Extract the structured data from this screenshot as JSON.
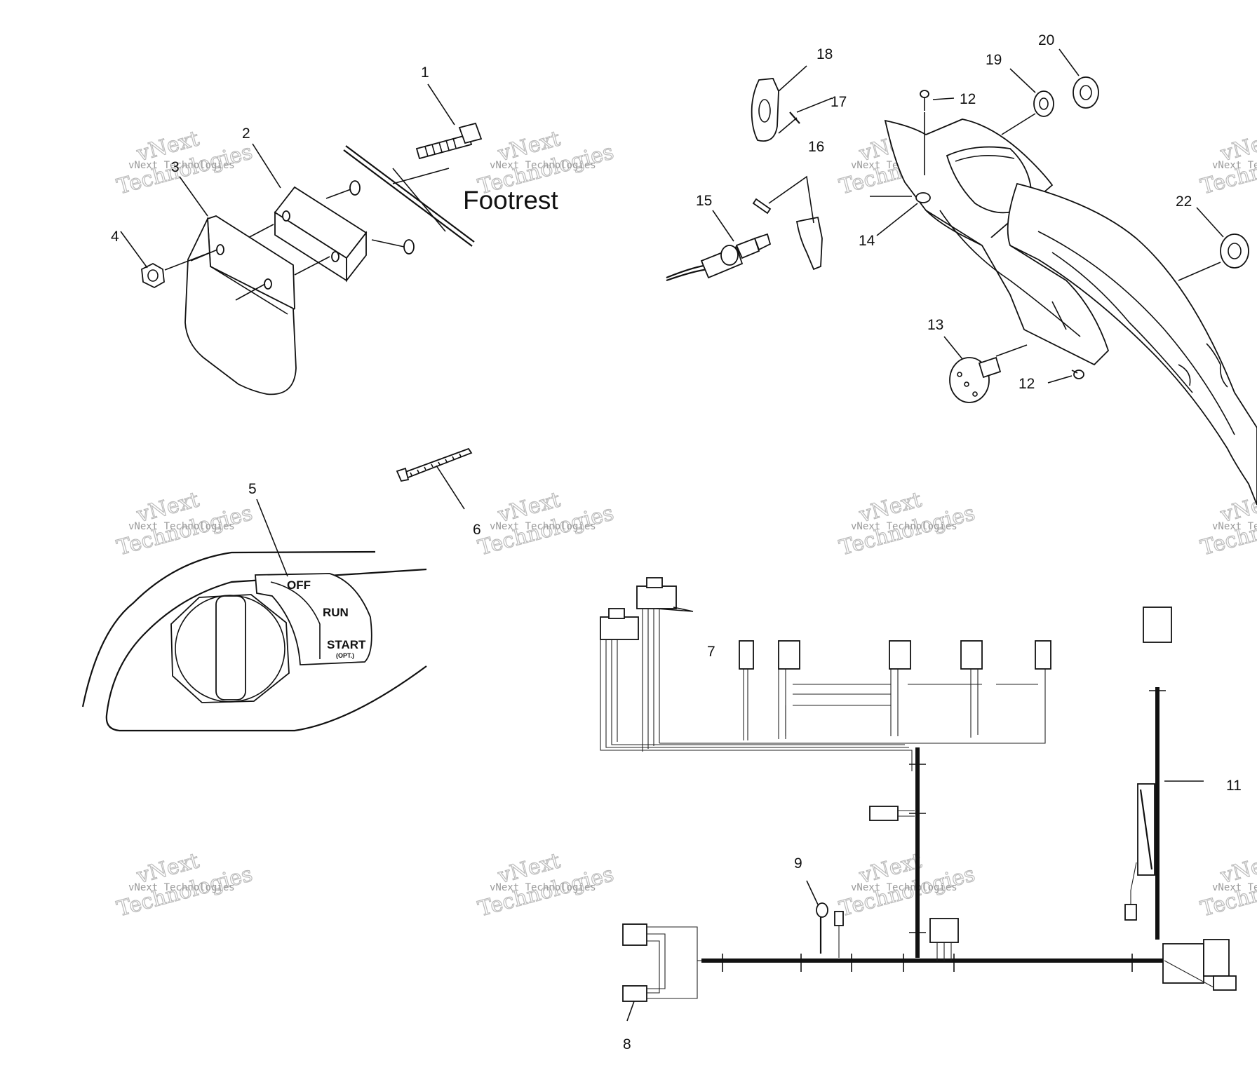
{
  "diagram": {
    "heading_text": "Footrest",
    "callouts": [
      "1",
      "2",
      "3",
      "4",
      "5",
      "6",
      "7",
      "8",
      "9",
      "11",
      "12",
      "12",
      "13",
      "14",
      "15",
      "16",
      "17",
      "18",
      "19",
      "20",
      "22"
    ],
    "switch_positions": {
      "off": "OFF",
      "run": "RUN",
      "start": "START",
      "start_note": "(OPT.)"
    },
    "watermark": {
      "top": "vNext",
      "bottom": "Technologies",
      "line": "vNext Technologies"
    }
  },
  "colors": {
    "ink": "#111111",
    "watermark": "#bcbcbc",
    "background": "#ffffff"
  }
}
